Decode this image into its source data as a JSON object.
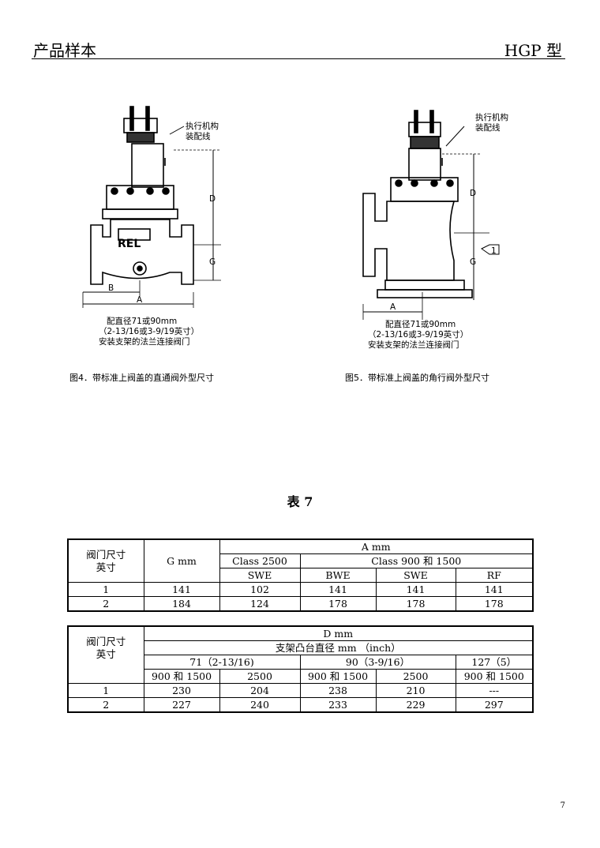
{
  "header": {
    "title": "产品样本",
    "model": "HGP 型"
  },
  "figure4": {
    "callout": [
      "执行机构",
      "装配线"
    ],
    "brand": "REL",
    "dims": {
      "d": "D",
      "g": "G",
      "b": "B",
      "a": "A"
    },
    "note": [
      "配直径71或90mm",
      "（2-13/16或3-9/19英寸）",
      "安装支架的法兰连接阀门"
    ],
    "caption": "图4．带标准上阀盖的直通阀外型尺寸"
  },
  "figure5": {
    "callout": [
      "执行机构",
      "装配线"
    ],
    "dims": {
      "d": "D",
      "g": "G",
      "a": "A",
      "flag": "1"
    },
    "note": [
      "配直径71或90mm",
      "（2-13/16或3-9/19英寸）",
      "安装支架的法兰连接阀门"
    ],
    "caption": "图5．带标准上阀盖的角行阀外型尺寸"
  },
  "table_title": "表 7",
  "table_a": {
    "size_header": [
      "阀门尺寸",
      "英寸"
    ],
    "g_header": "G mm",
    "a_header": "A mm",
    "class_2500": "Class 2500",
    "class_900_1500": "Class 900 和 1500",
    "sub": [
      "SWE",
      "BWE",
      "SWE",
      "RF"
    ],
    "rows": [
      [
        "1",
        "141",
        "102",
        "141",
        "141",
        "141"
      ],
      [
        "2",
        "184",
        "124",
        "178",
        "178",
        "178"
      ]
    ]
  },
  "table_d": {
    "size_header": [
      "阀门尺寸",
      "英寸"
    ],
    "d_header": "D mm",
    "boss_header": "支架凸台直径 mm （inch）",
    "groups": [
      "71（2-13/16)",
      "90（3-9/16）",
      "127（5）"
    ],
    "classes": [
      "900 和 1500",
      "2500",
      "900 和 1500",
      "2500",
      "900 和 1500"
    ],
    "rows": [
      [
        "1",
        "230",
        "204",
        "238",
        "210",
        "---"
      ],
      [
        "2",
        "227",
        "240",
        "233",
        "229",
        "297"
      ]
    ]
  },
  "page_number": "7"
}
